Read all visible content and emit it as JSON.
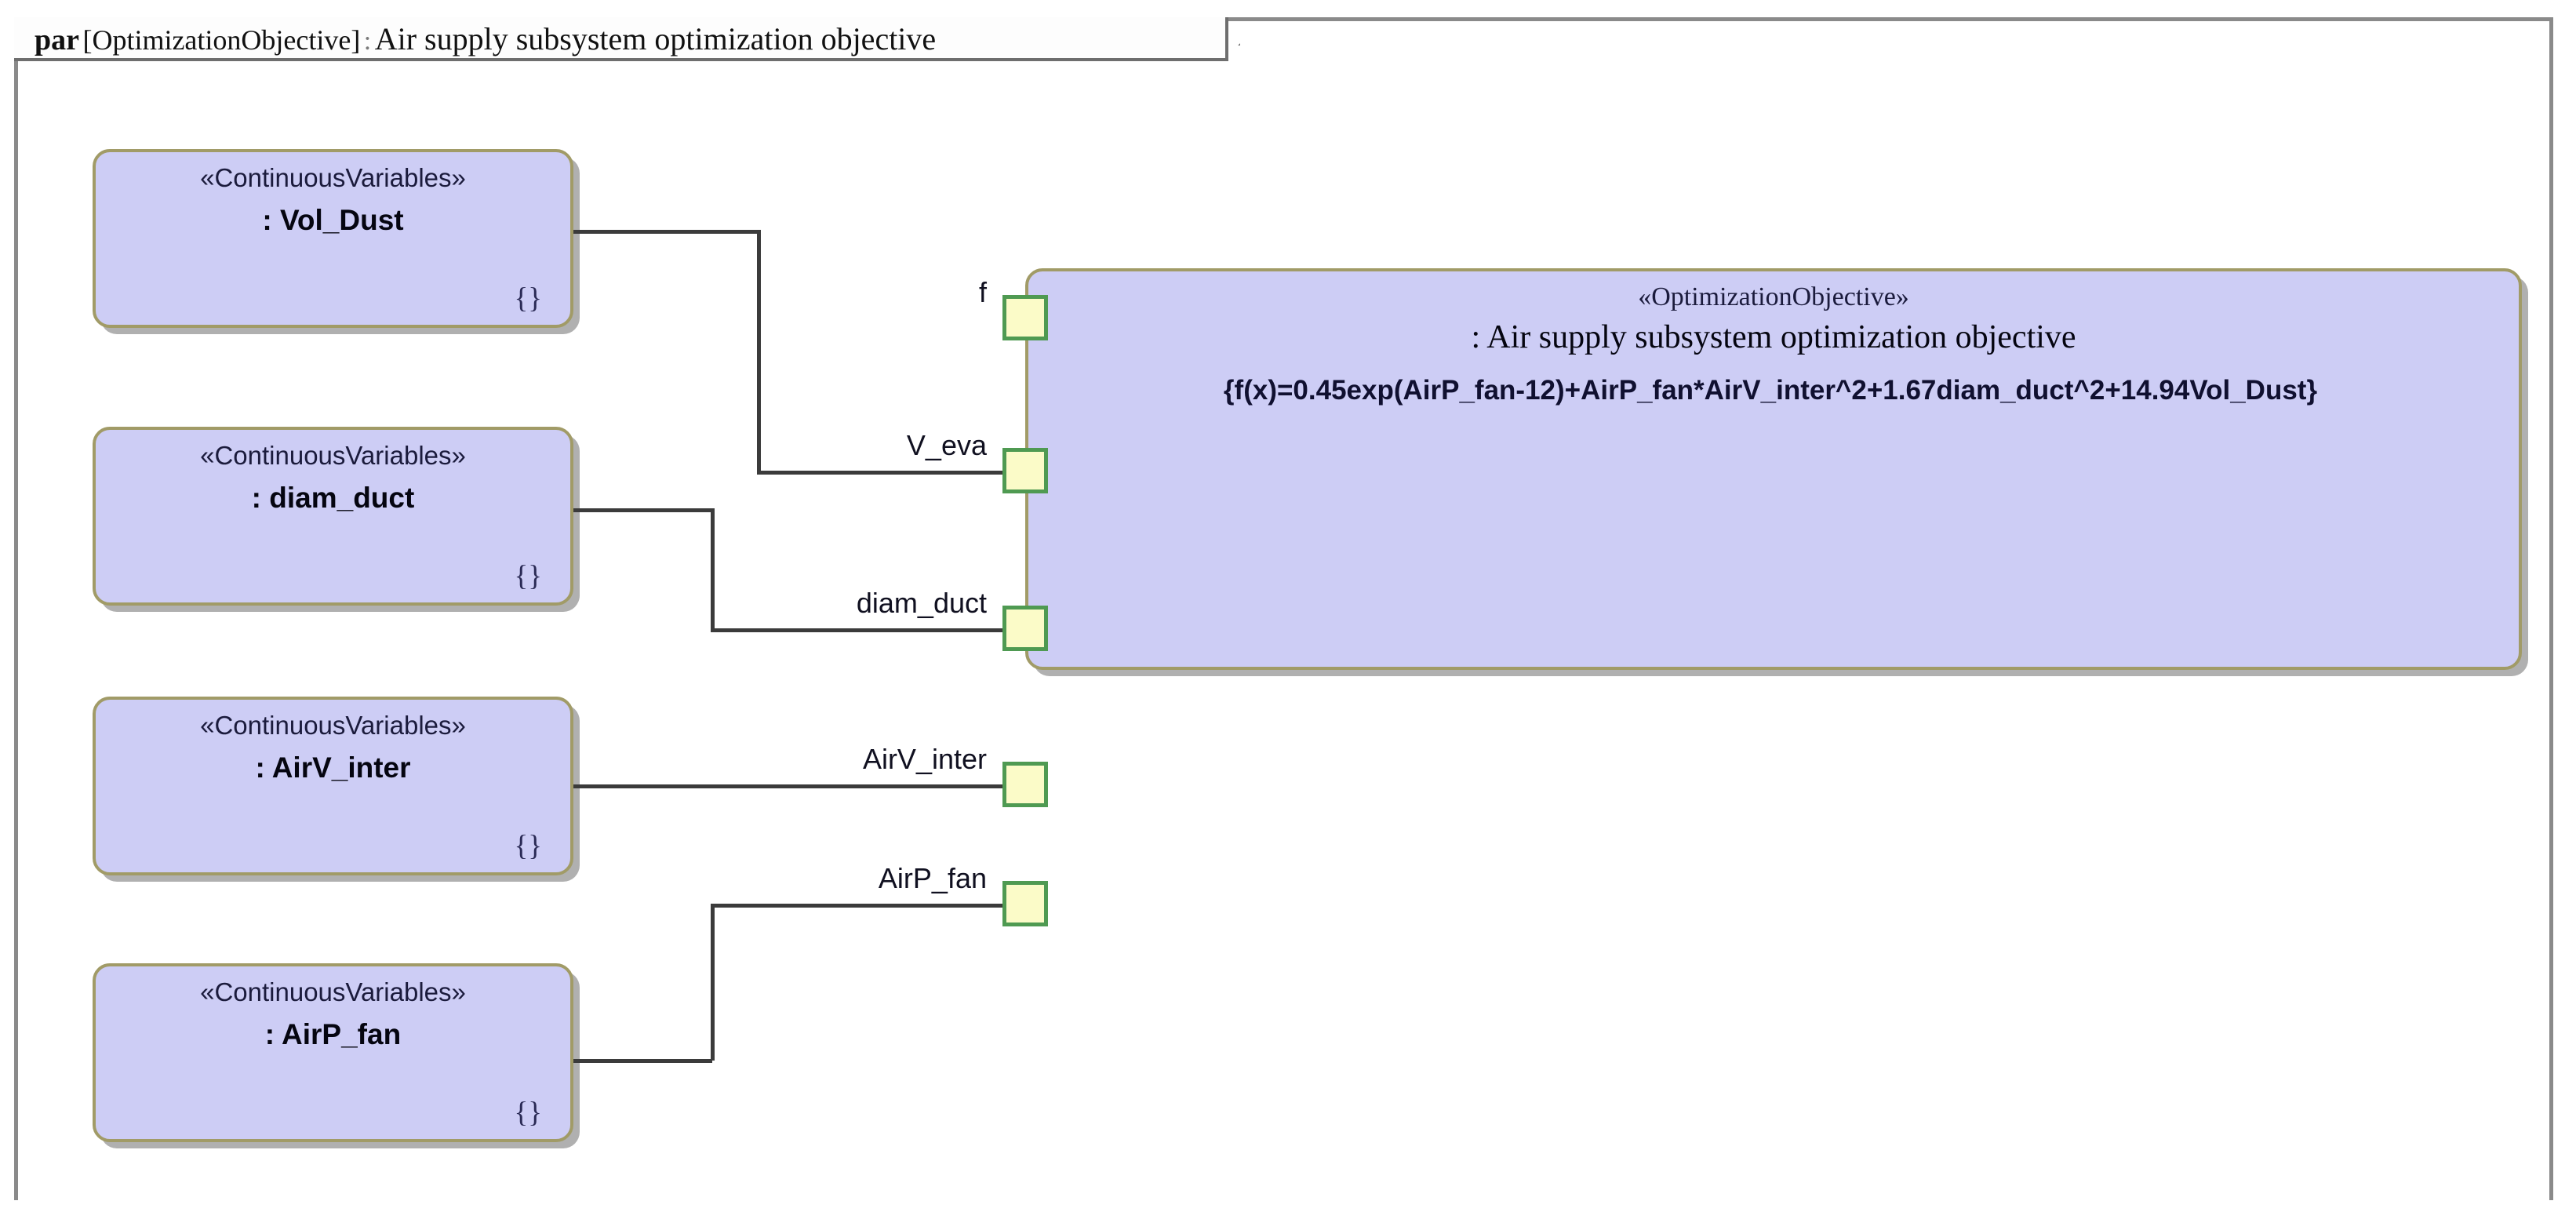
{
  "frame": {
    "keyword": "par",
    "context": "[OptimizationObjective]",
    "separator": ":",
    "title": "Air supply subsystem optimization objective"
  },
  "variable_blocks": [
    {
      "stereotype": "«ContinuousVariables»",
      "name": ": Vol_Dust",
      "constraint": "{}"
    },
    {
      "stereotype": "«ContinuousVariables»",
      "name": ": diam_duct",
      "constraint": "{}"
    },
    {
      "stereotype": "«ContinuousVariables»",
      "name": ": AirV_inter",
      "constraint": "{}"
    },
    {
      "stereotype": "«ContinuousVariables»",
      "name": ": AirP_fan",
      "constraint": "{}"
    }
  ],
  "objective_block": {
    "stereotype": "«OptimizationObjective»",
    "name": ":   Air supply subsystem optimization objective",
    "equation": "{f(x)=0.45exp(AirP_fan-12)+AirP_fan*AirV_inter^2+1.67diam_duct^2+14.94Vol_Dust}"
  },
  "ports": [
    {
      "label": "f"
    },
    {
      "label": "V_eva"
    },
    {
      "label": "diam_duct"
    },
    {
      "label": "AirV_inter"
    },
    {
      "label": "AirP_fan"
    }
  ],
  "colors": {
    "block_fill": "#cdcdf5",
    "block_border": "#a19b67",
    "port_fill": "#fbfbc8",
    "port_border": "#4f9a52",
    "connector": "#3b3b3b",
    "frame_border": "#8a8a8a",
    "canvas": "#ffffff"
  }
}
